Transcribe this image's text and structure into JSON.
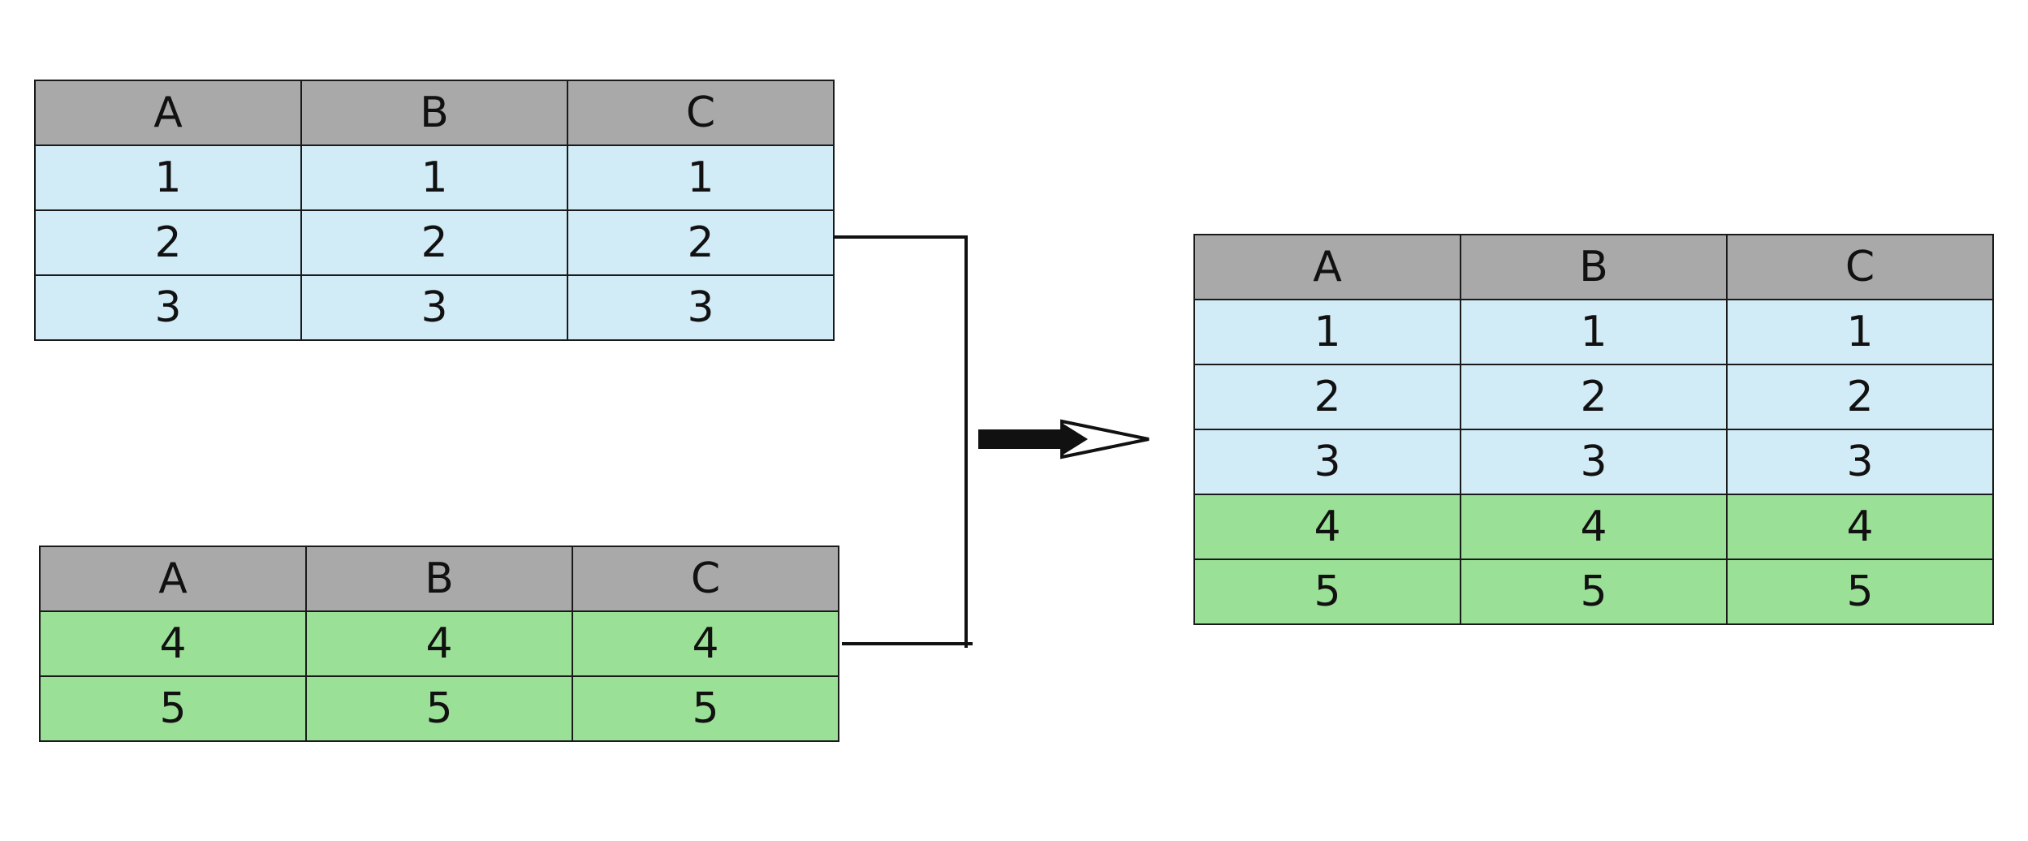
{
  "columns": [
    "A",
    "B",
    "C"
  ],
  "tables": {
    "top": {
      "rows": [
        {
          "group": "blue",
          "cells": [
            "1",
            "1",
            "1"
          ]
        },
        {
          "group": "blue",
          "cells": [
            "2",
            "2",
            "2"
          ]
        },
        {
          "group": "blue",
          "cells": [
            "3",
            "3",
            "3"
          ]
        }
      ]
    },
    "bottom": {
      "rows": [
        {
          "group": "green",
          "cells": [
            "4",
            "4",
            "4"
          ]
        },
        {
          "group": "green",
          "cells": [
            "5",
            "5",
            "5"
          ]
        }
      ]
    },
    "result": {
      "rows": [
        {
          "group": "blue",
          "cells": [
            "1",
            "1",
            "1"
          ]
        },
        {
          "group": "blue",
          "cells": [
            "2",
            "2",
            "2"
          ]
        },
        {
          "group": "blue",
          "cells": [
            "3",
            "3",
            "3"
          ]
        },
        {
          "group": "green",
          "cells": [
            "4",
            "4",
            "4"
          ]
        },
        {
          "group": "green",
          "cells": [
            "5",
            "5",
            "5"
          ]
        }
      ]
    }
  },
  "colors": {
    "header": "#a9a9a9",
    "blue": "#d2ecf7",
    "green": "#9be097",
    "line": "#111111"
  },
  "icons": {
    "merge_arrow": "right-arrow-icon"
  }
}
